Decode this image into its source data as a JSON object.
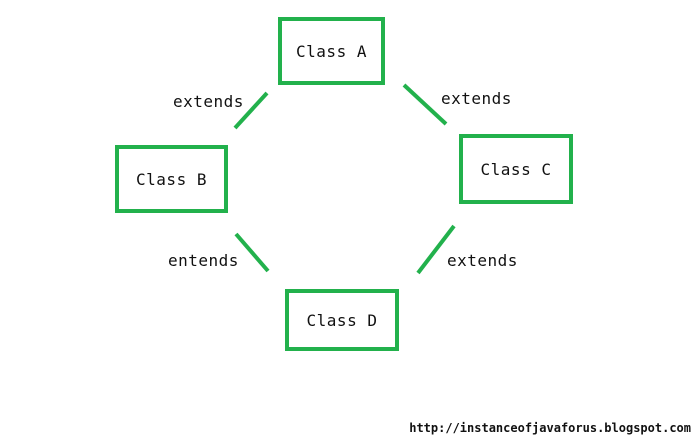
{
  "diagram": {
    "nodes": {
      "a": {
        "label": "Class A"
      },
      "b": {
        "label": "Class B"
      },
      "c": {
        "label": "Class C"
      },
      "d": {
        "label": "Class D"
      }
    },
    "edges": {
      "a_b": {
        "label": "extends"
      },
      "a_c": {
        "label": "extends"
      },
      "b_d": {
        "label": "entends"
      },
      "c_d": {
        "label": "extends"
      }
    }
  },
  "footer": {
    "url": "http://instanceofjavaforus.blogspot.com"
  },
  "colors": {
    "accent": "#22b14c",
    "text": "#111111",
    "background": "#ffffff"
  }
}
